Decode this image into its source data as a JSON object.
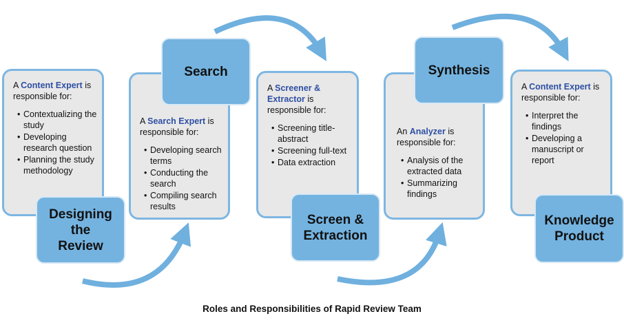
{
  "stages": [
    {
      "label": "Designing the Review",
      "intro_pre": "A ",
      "role": "Content Expert",
      "intro_post": " is responsible for:",
      "items": [
        "Contextualizing the study",
        "Developing research question",
        "Planning the study methodology"
      ]
    },
    {
      "label": "Search",
      "intro_pre": "A ",
      "role": "Search Expert",
      "intro_post": " is responsible for:",
      "items": [
        "Developing search terms",
        "Conducting the search",
        "Compiling search results"
      ]
    },
    {
      "label": "Screen & Extraction",
      "intro_pre": "A ",
      "role": "Screener & Extractor",
      "intro_post": " is responsible for:",
      "items": [
        "Screening title-abstract",
        "Screening full-text",
        "Data extraction"
      ]
    },
    {
      "label": "Synthesis",
      "intro_pre": "An ",
      "role": "Analyzer",
      "intro_post": " is responsible for:",
      "items": [
        "Analysis of the extracted data",
        "Summarizing findings"
      ]
    },
    {
      "label": "Knowledge Product",
      "intro_pre": "A ",
      "role": "Content Expert",
      "intro_post": " is responsible for:",
      "items": [
        "Interpret the findings",
        "Developing a manuscript or report"
      ]
    }
  ],
  "caption": "Roles and Responsibilities of Rapid Review Team",
  "colors": {
    "box_fill": "#e8e8e8",
    "box_border": "#7db6e2",
    "label_fill": "#74b3e0",
    "role_text": "#2e4fa3"
  }
}
